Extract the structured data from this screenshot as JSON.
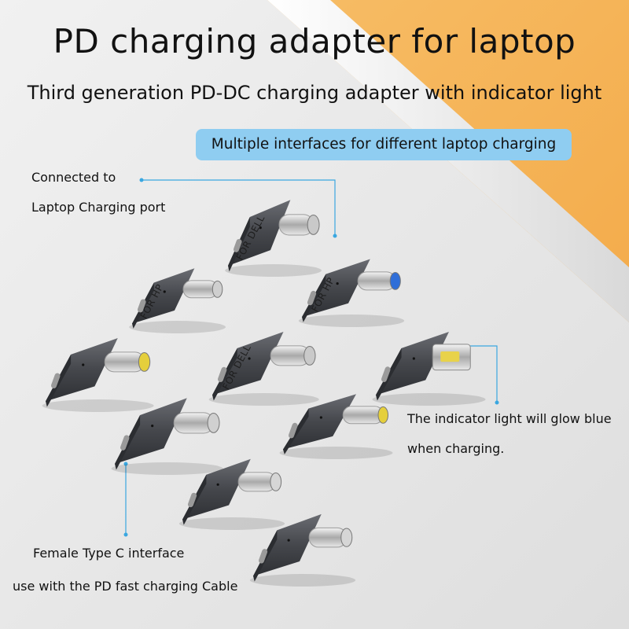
{
  "title": "PD charging adapter for laptop",
  "subtitle": "Third generation PD-DC charging adapter with indicator light",
  "banner": "Multiple interfaces for different laptop charging",
  "notes": {
    "laptop_port_line1": "Connected to",
    "laptop_port_line2": "Laptop Charging port",
    "indicator_line1": "The indicator light will glow blue",
    "indicator_line2": "when charging.",
    "typec_line1": "Female Type C interface",
    "typec_line2": "use with the PD fast charging Cable"
  },
  "adapters": [
    {
      "label": "FOR DELL",
      "tip": "dell"
    },
    {
      "label": "FOR HP",
      "tip": "hp-silver"
    },
    {
      "label": "FOR HP",
      "tip": "hp-blue"
    },
    {
      "label": "",
      "tip": "yellow"
    },
    {
      "label": "FOR DELL",
      "tip": "dell"
    },
    {
      "label": "",
      "tip": "lenovo-square"
    },
    {
      "label": "",
      "tip": "silver"
    },
    {
      "label": "",
      "tip": "yellow"
    },
    {
      "label": "",
      "tip": "silver-thin"
    },
    {
      "label": "",
      "tip": "silver-thin"
    }
  ],
  "colors": {
    "background_orange": "#f5b050",
    "surface": "#e6e6e6",
    "banner": "#8fcdf1",
    "callout_line": "#3aa7e0",
    "adapter_metal": "#4a4c52"
  }
}
